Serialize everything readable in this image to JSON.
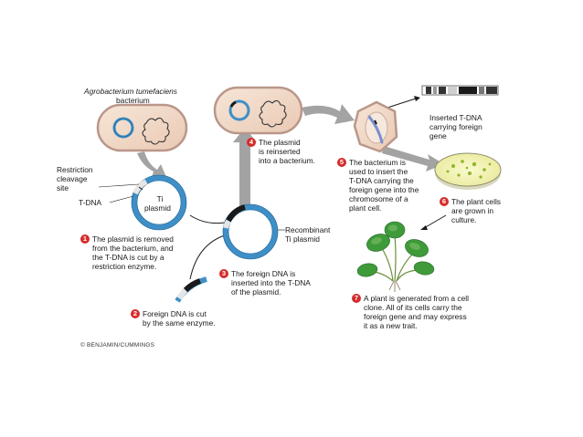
{
  "labels": {
    "agro_title": "Agrobacterium tumefaciens",
    "agro_sub": "bacterium",
    "restriction": [
      "Restriction",
      "cleavage",
      "site"
    ],
    "tdna": "T-DNA",
    "ti": [
      "Ti",
      "plasmid"
    ],
    "recombinant": [
      "Recombinant",
      "Ti plasmid"
    ],
    "inserted": [
      "Inserted T-DNA",
      "carrying foreign",
      "gene"
    ]
  },
  "steps": [
    {
      "number": "1",
      "lines": [
        "The plasmid is removed",
        "from the bacterium, and",
        "the T-DNA is cut by a",
        "restriction enzyme."
      ]
    },
    {
      "number": "2",
      "lines": [
        "Foreign DNA is cut",
        "by the same enzyme."
      ]
    },
    {
      "number": "3",
      "lines": [
        "The foreign DNA is",
        "inserted into the T-DNA",
        "of the plasmid."
      ]
    },
    {
      "number": "4",
      "lines": [
        "The plasmid",
        "is reinserted",
        "into a bacterium."
      ]
    },
    {
      "number": "5",
      "lines": [
        "The bacterium is",
        "used to insert the",
        "T-DNA carrying the",
        "foreign gene into the",
        "chromosome of a",
        "plant cell."
      ]
    },
    {
      "number": "6",
      "lines": [
        "The plant cells",
        "are grown in",
        "culture."
      ]
    },
    {
      "number": "7",
      "lines": [
        "A plant is generated from a cell",
        "clone. All of its cells carry the",
        "foreign gene and may express",
        "it as a new trait."
      ]
    }
  ],
  "credit": "© BENJAMIN/CUMMINGS",
  "colors": {
    "bacterium_fill": "#f2dccb",
    "bacterium_outline": "#b9978a",
    "plasmid": "#3e8fc7",
    "arrow": "#a3a3a3",
    "step_badge": "#d62b2b",
    "culture_fill": "#f2f2b0",
    "colony": "#8fb628",
    "leaf": "#3f9a3a",
    "chromosome": "#7a8fd0"
  }
}
